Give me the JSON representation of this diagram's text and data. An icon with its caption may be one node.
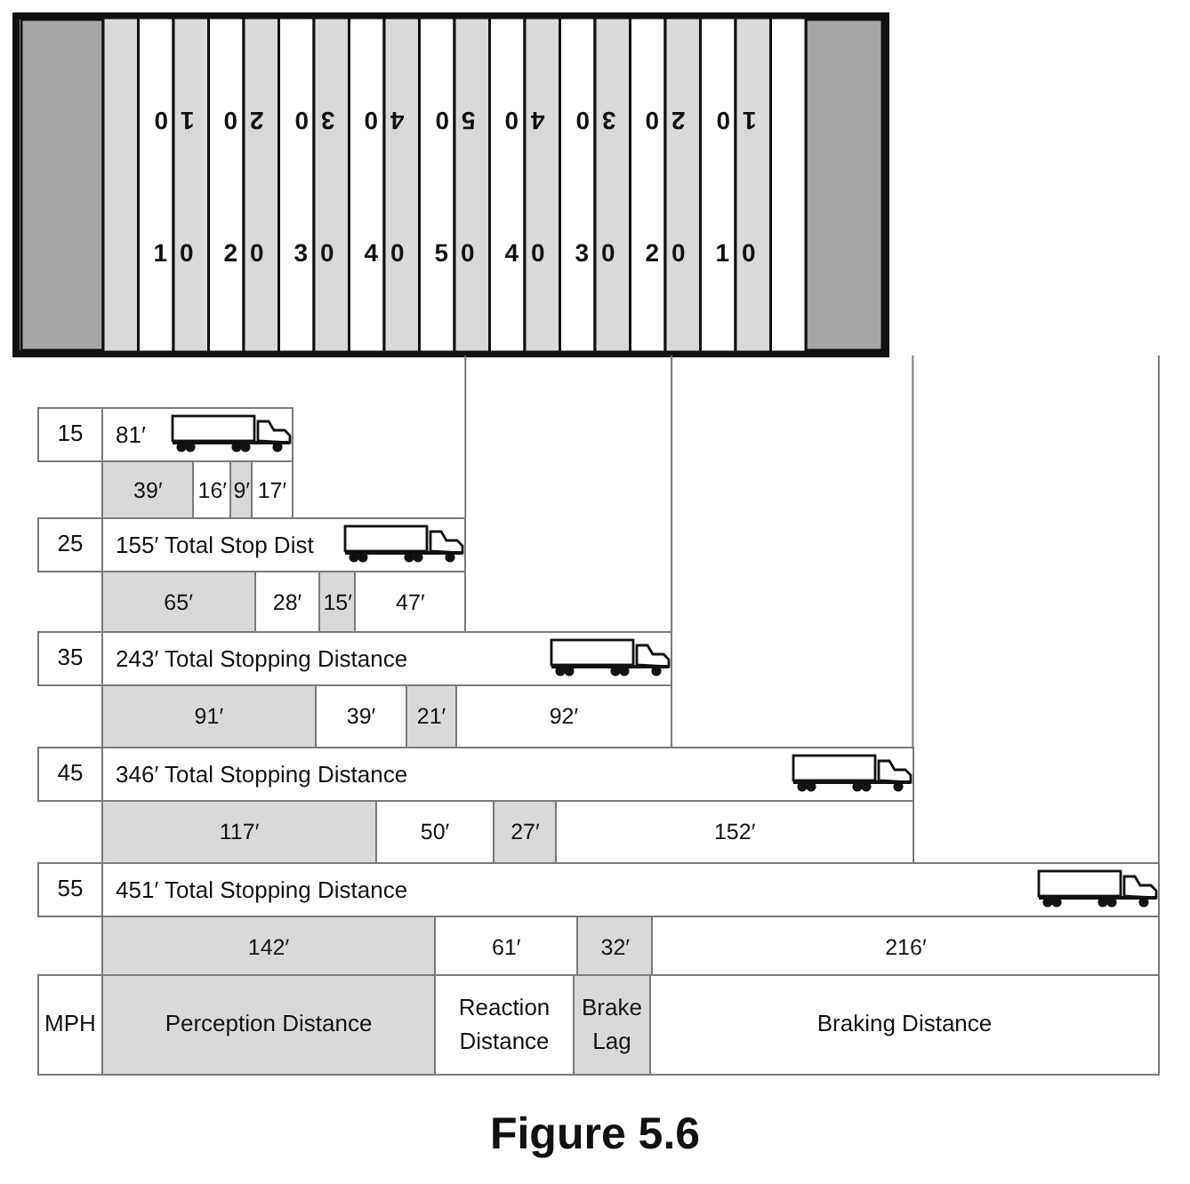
{
  "diagram": {
    "caption": "Figure 5.6",
    "nodes": [
      {
        "text": [
          "15"
        ]
      },
      {
        "text": [
          "81′"
        ]
      },
      {
        "text": [
          "39′"
        ]
      },
      {
        "text": [
          "16′"
        ]
      },
      {
        "text": [
          "9′"
        ]
      },
      {
        "text": [
          "17′"
        ]
      },
      {
        "text": [
          "25"
        ]
      },
      {
        "text": [
          "155′ Total Stop Dist"
        ]
      },
      {
        "text": [
          "65′"
        ]
      },
      {
        "text": [
          "28′"
        ]
      },
      {
        "text": [
          "15′"
        ]
      },
      {
        "text": [
          "47′"
        ]
      },
      {
        "text": [
          "35"
        ]
      },
      {
        "text": [
          "243′ Total Stopping Distance"
        ]
      },
      {
        "text": [
          "91′"
        ]
      },
      {
        "text": [
          "39′"
        ]
      },
      {
        "text": [
          "21′"
        ]
      },
      {
        "text": [
          "92′"
        ]
      },
      {
        "text": [
          "45"
        ]
      },
      {
        "text": [
          "346′ Total Stopping Distance"
        ]
      },
      {
        "text": [
          "117′"
        ]
      },
      {
        "text": [
          "50′"
        ]
      },
      {
        "text": [
          "27′"
        ]
      },
      {
        "text": [
          "152′"
        ]
      },
      {
        "text": [
          "55"
        ]
      },
      {
        "text": [
          "451′ Total Stopping Distance"
        ]
      },
      {
        "text": [
          "142′"
        ]
      },
      {
        "text": [
          "61′"
        ]
      },
      {
        "text": [
          "32′"
        ]
      },
      {
        "text": [
          "216′"
        ]
      },
      {
        "text": [
          "MPH"
        ]
      },
      {
        "text": [
          "Perception Distance"
        ]
      },
      {
        "text": [
          "Reaction Distance"
        ]
      },
      {
        "text": [
          "Brake Lag"
        ]
      },
      {
        "text": [
          "Braking Distance"
        ]
      }
    ],
    "labels": [
      "10",
      "20",
      "30",
      "40",
      "50",
      "40",
      "30",
      "20",
      "10",
      "10",
      "20",
      "30",
      "40",
      "50",
      "40",
      "30",
      "20",
      "10"
    ]
  }
}
